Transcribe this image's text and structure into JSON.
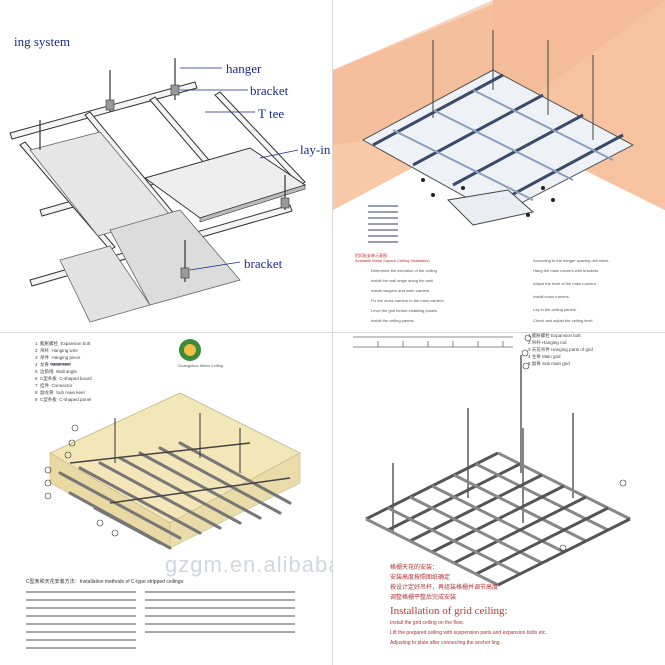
{
  "panel1": {
    "title": "ing system",
    "labels": {
      "hanger": "hanger",
      "bracket_top": "bracket",
      "t_tee": "T tee",
      "lay_in": "lay-in",
      "bracket_bottom": "bracket"
    }
  },
  "panel2": {
    "section_title": "Available Metal Square Ceiling Installation",
    "section_title_cn": "铝扣板安装示意图",
    "steps_left": [
      "Determine the elevation of the ceiling.",
      "Install the wall angle along the wall.",
      "Install hangers and main carriers.",
      "Fix the cross carriers to the main carriers.",
      "Level the grid before installing panels.",
      "Install the ceiling panels."
    ],
    "steps_right": [
      "According to the hanger spacing drill holes.",
      "Hang the main runners with brackets.",
      "Adjust the level of the main runners.",
      "Install cross runners.",
      "Lay in the ceiling panels.",
      "Check and adjust the ceiling level."
    ]
  },
  "panel3": {
    "logo_caption": "Guangzhou Metal Ceiling",
    "legend": [
      {
        "num": "1",
        "cn": "膨胀螺栓",
        "en": "Expansion bolt"
      },
      {
        "num": "2",
        "cn": "吊杆",
        "en": "Hanging wire"
      },
      {
        "num": "3",
        "cn": "吊件",
        "en": "Hanging piece"
      },
      {
        "num": "4",
        "cn": "龙骨",
        "en": "Main keel"
      },
      {
        "num": "5",
        "cn": "边角线",
        "en": "Wall angle"
      },
      {
        "num": "6",
        "cn": "C型条板",
        "en": "C-shaped board"
      },
      {
        "num": "7",
        "cn": "挂件",
        "en": "Connector"
      },
      {
        "num": "8",
        "cn": "副龙骨",
        "en": "Sub main keel"
      },
      {
        "num": "9",
        "cn": "C型条板",
        "en": "C-shaped panel"
      }
    ],
    "watermark": "gzgm.en.alibaba.com",
    "heading": "C型条和天花安装方法：Installation methods of C-type stripped ceilings:"
  },
  "panel4": {
    "legend": [
      {
        "num": "1",
        "cn": "膨胀螺栓",
        "en": "Expansion bolt"
      },
      {
        "num": "2",
        "cn": "吊杆",
        "en": "Hanging rod"
      },
      {
        "num": "3",
        "cn": "天花吊件",
        "en": "Hanging parts of grid"
      },
      {
        "num": "4",
        "cn": "主骨",
        "en": "Main grid"
      },
      {
        "num": "5",
        "cn": "副骨",
        "en": "Sub main grid"
      }
    ],
    "cn_title": "格栅天花的安装：",
    "cn_line1": "安装高度按照图纸确定",
    "cn_line2": "按设计定好吊杆，再组装格栅并调节高度",
    "cn_line3": "调整格栅平整后完成安装",
    "en_title": "Installation of grid ceiling:",
    "en_line1": "Install the grid ceiling on the floor.",
    "en_line2": "Lift the prepared ceiling with suspension parts and expansion bolts etc.",
    "en_line3": "Adjusting to plate after connecting the anchor ling."
  },
  "colors": {
    "label_blue": "#1a2a8a",
    "wall_orange": "#f8c8a8",
    "insulation": "#f3e6b8",
    "red_text": "#c0392b"
  }
}
